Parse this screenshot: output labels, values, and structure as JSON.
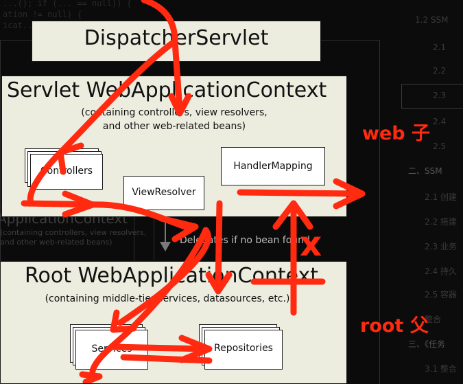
{
  "background_code": [
    "...(); if (... == null)) {",
    "ation != null) {",
    "icat..."
  ],
  "sidebar": {
    "items": [
      "1.2 SSM",
      "2.1",
      "2.2",
      "2.3",
      "2.4",
      "2.5",
      "二、SSM",
      "2.1 创建",
      "2.2 搭建",
      "2.3 业务",
      "2.4 持久",
      "2.5 容器",
      "整合",
      "三、《任务",
      "3.1 整合"
    ]
  },
  "diagram": {
    "dispatcher": "DispatcherServlet",
    "servlet_ctx": {
      "title": "Servlet WebApplicationContext",
      "subtitle_1": "(containing controllers, view resolvers,",
      "subtitle_2": "and other web-related beans)",
      "controllers": "Controllers",
      "view_resolver": "ViewResolver",
      "handler_mapping": "HandlerMapping"
    },
    "delegates": "Delegates if no bean found",
    "root_ctx": {
      "title": "Root WebApplicationContext",
      "subtitle": "(containing middle-tier services, datasources, etc.)",
      "services": "Services",
      "repositories": "Repositories"
    },
    "ghost_box": {
      "title": "ApplicationContext",
      "line1": "(containing controllers, view resolvers,",
      "line2": "and other web-related beans)"
    }
  },
  "annotations": {
    "web_label": "web 子",
    "root_label": "root 父",
    "x_mark": "x"
  },
  "colors": {
    "annotation": "#ff2a10",
    "box_fill": "#ececdf",
    "background": "#0b0b0b"
  }
}
